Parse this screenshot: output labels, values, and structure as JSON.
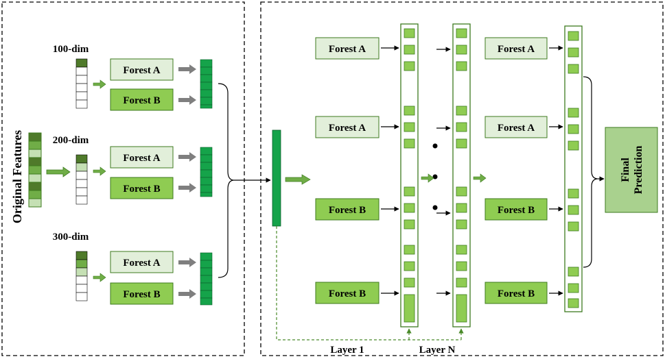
{
  "colors": {
    "forest_a_fill": "#e2efda",
    "forest_b_fill": "#8fcc52",
    "cell_fill": "#8fcc52",
    "dark_green": "#4f7a2a",
    "mid_green": "#70ad47",
    "light_green": "#c5e0b4",
    "vector_green": "#15a34a",
    "stroke_green": "#3c7a1e",
    "dashed_green": "#4a8a2a",
    "final_fill": "#a9d18e",
    "grey_arrow": "#7f7f7f"
  },
  "left_panel": {
    "original_features_label": "Original Features",
    "groups": [
      {
        "dim_label": "100-dim",
        "forest_top": "Forest A",
        "forest_bottom": "Forest B"
      },
      {
        "dim_label": "200-dim",
        "forest_top": "Forest A",
        "forest_bottom": "Forest B"
      },
      {
        "dim_label": "300-dim",
        "forest_top": "Forest A",
        "forest_bottom": "Forest B"
      }
    ]
  },
  "right_panel": {
    "layer1_forests": [
      "Forest A",
      "Forest A",
      "Forest B",
      "Forest B"
    ],
    "final_forests": [
      "Forest A",
      "Forest A",
      "Forest B",
      "Forest B"
    ],
    "final_prediction_line1": "Final",
    "final_prediction_line2": "Prediction",
    "layer1_label": "Layer 1",
    "layerN_label": "Layer N"
  }
}
